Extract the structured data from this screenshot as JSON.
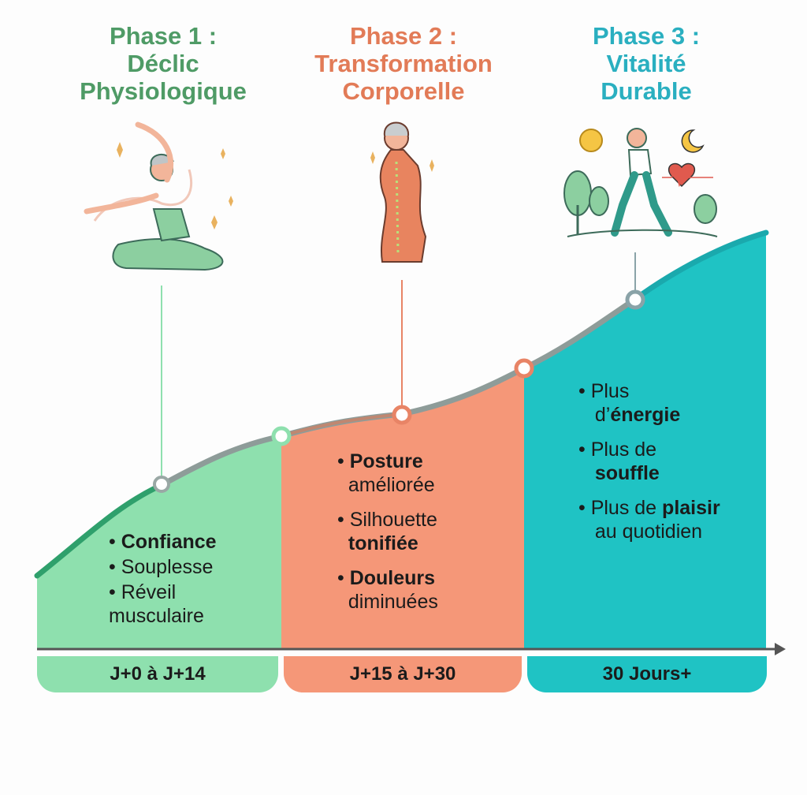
{
  "phases": [
    {
      "title_line1": "Phase 1 :",
      "title_line2": "Déclic",
      "title_line3": "Physiologique",
      "period": "J+0 à J+14",
      "color": "#8ee0ae",
      "items": [
        [
          {
            "t": "Confiance",
            "b": true
          }
        ],
        [
          {
            "t": "Souplesse",
            "b": false
          }
        ],
        [
          {
            "t": "Réveil",
            "b": false
          },
          {
            "t": "musculaire",
            "b": false
          }
        ]
      ]
    },
    {
      "title_line1": "Phase 2 :",
      "title_line2": "Transformation",
      "title_line3": "Corporelle",
      "period": "J+15 à J+30",
      "color": "#f59778",
      "items": [
        [
          {
            "t": "Posture",
            "b": true
          },
          {
            "t": "améliorée",
            "b": false
          }
        ],
        [
          {
            "t": "Silhouette",
            "b": false
          },
          {
            "t": "tonifiée",
            "b": true
          }
        ],
        [
          {
            "t": "Douleurs",
            "b": true
          },
          {
            "t": "diminuées",
            "b": false
          }
        ]
      ]
    },
    {
      "title_line1": "Phase 3 :",
      "title_line2": "Vitalité",
      "title_line3": "Durable",
      "period": "30 Jours+",
      "color": "#1fc3c4",
      "items": [
        [
          {
            "t": "Plus",
            "b": false
          },
          {
            "t": "d’",
            "b": false
          },
          {
            "t": "énergie",
            "b": true
          }
        ],
        [
          {
            "t": "Plus de",
            "b": false
          },
          {
            "t": "souffle",
            "b": true
          }
        ],
        [
          {
            "t": "Plus de ",
            "b": false
          },
          {
            "t": "plaisir",
            "b": true
          },
          {
            "t": "au quotidien",
            "b": false
          }
        ]
      ]
    }
  ]
}
